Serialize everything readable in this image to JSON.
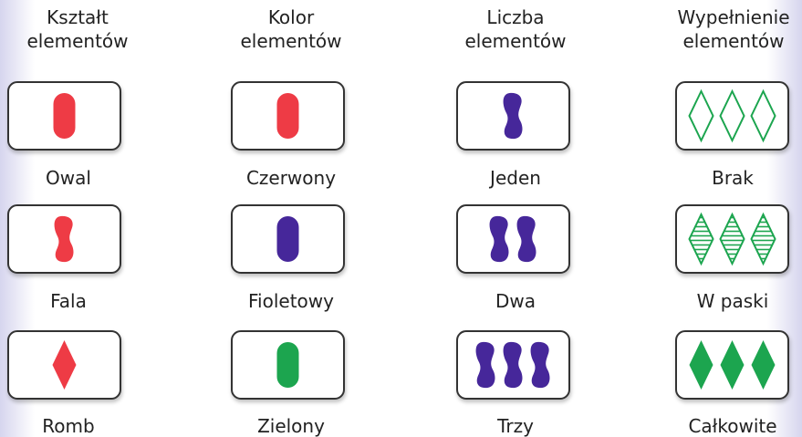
{
  "columns": [
    {
      "header": [
        "Kształt",
        "elementów"
      ],
      "labels": [
        "Owal",
        "Fala",
        "Romb"
      ]
    },
    {
      "header": [
        "Kolor",
        "elementów"
      ],
      "labels": [
        "Czerwony",
        "Fioletowy",
        "Zielony"
      ]
    },
    {
      "header": [
        "Liczba",
        "elementów"
      ],
      "labels": [
        "Jeden",
        "Dwa",
        "Trzy"
      ]
    },
    {
      "header": [
        "Wypełnienie",
        "elementów"
      ],
      "labels": [
        "Brak",
        "W paski",
        "Całkowite"
      ]
    }
  ],
  "colors": {
    "red": "#ee3b45",
    "purple": "#46279a",
    "green": "#1ca54f"
  },
  "cards": [
    [
      {
        "shape": "oval",
        "color": "red",
        "count": 1,
        "fill": "solid"
      },
      {
        "shape": "wave",
        "color": "red",
        "count": 1,
        "fill": "solid"
      },
      {
        "shape": "diamond",
        "color": "red",
        "count": 1,
        "fill": "solid"
      }
    ],
    [
      {
        "shape": "oval",
        "color": "red",
        "count": 1,
        "fill": "solid"
      },
      {
        "shape": "oval",
        "color": "purple",
        "count": 1,
        "fill": "solid"
      },
      {
        "shape": "oval",
        "color": "green",
        "count": 1,
        "fill": "solid"
      }
    ],
    [
      {
        "shape": "wave",
        "color": "purple",
        "count": 1,
        "fill": "solid"
      },
      {
        "shape": "wave",
        "color": "purple",
        "count": 2,
        "fill": "solid"
      },
      {
        "shape": "wave",
        "color": "purple",
        "count": 3,
        "fill": "solid"
      }
    ],
    [
      {
        "shape": "diamond",
        "color": "green",
        "count": 3,
        "fill": "empty"
      },
      {
        "shape": "diamond",
        "color": "green",
        "count": 3,
        "fill": "striped"
      },
      {
        "shape": "diamond",
        "color": "green",
        "count": 3,
        "fill": "solid"
      }
    ]
  ]
}
